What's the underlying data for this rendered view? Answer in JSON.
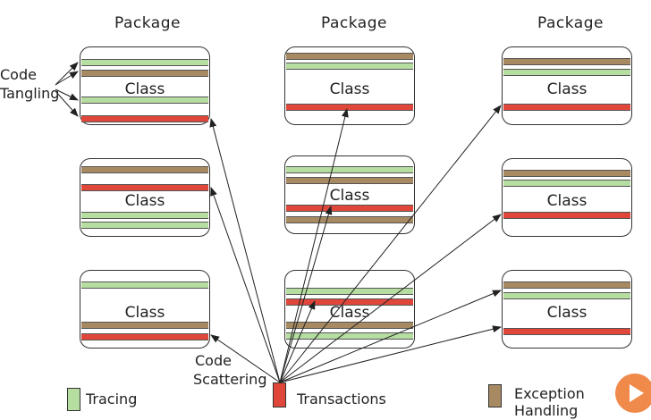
{
  "packages": [
    {
      "title": "Package",
      "classes": [
        {
          "label": "Class",
          "stripes": [
            [
              "tracing",
              13
            ],
            [
              "exception",
              25
            ],
            [
              "tracing",
              55
            ],
            [
              "transactions",
              76
            ]
          ]
        },
        {
          "label": "Class",
          "stripes": [
            [
              "exception",
              8
            ],
            [
              "transactions",
              28
            ],
            [
              "tracing",
              59
            ],
            [
              "tracing",
              70
            ]
          ]
        },
        {
          "label": "Class",
          "stripes": [
            [
              "tracing",
              12
            ],
            [
              "exception",
              57
            ],
            [
              "transactions",
              70
            ]
          ]
        }
      ]
    },
    {
      "title": "Package",
      "classes": [
        {
          "label": "Class",
          "stripes": [
            [
              "exception",
              6
            ],
            [
              "tracing",
              17
            ],
            [
              "transactions",
              63
            ]
          ]
        },
        {
          "label": "Class",
          "stripes": [
            [
              "tracing",
              11
            ],
            [
              "exception",
              23
            ],
            [
              "transactions",
              54
            ],
            [
              "exception",
              67
            ]
          ]
        },
        {
          "label": "Class",
          "stripes": [
            [
              "tracing",
              19
            ],
            [
              "transactions",
              31
            ],
            [
              "exception",
              57
            ],
            [
              "tracing",
              69
            ]
          ]
        }
      ]
    },
    {
      "title": "Package",
      "classes": [
        {
          "label": "Class",
          "stripes": [
            [
              "exception",
              12
            ],
            [
              "tracing",
              24
            ],
            [
              "transactions",
              63
            ]
          ]
        },
        {
          "label": "Class",
          "stripes": [
            [
              "exception",
              12
            ],
            [
              "tracing",
              23
            ],
            [
              "transactions",
              59
            ]
          ]
        },
        {
          "label": "Class",
          "stripes": [
            [
              "exception",
              12
            ],
            [
              "tracing",
              24
            ],
            [
              "transactions",
              64
            ]
          ]
        }
      ]
    }
  ],
  "annotations": {
    "code_tangling": [
      "Code",
      "Tangling"
    ],
    "code_scattering": [
      "Code",
      "Scattering"
    ]
  },
  "legend": [
    {
      "key": "tracing",
      "label": "Tracing",
      "color": "#b5dea0"
    },
    {
      "key": "transactions",
      "label": "Transactions",
      "color": "#e0473a"
    },
    {
      "key": "exception",
      "label": "Exception Handling",
      "color": "#a88a62"
    }
  ],
  "colors": {
    "tracing": "#b5dea0",
    "transactions": "#e0473a",
    "exception": "#a88a62"
  },
  "play_icon": "play-icon"
}
